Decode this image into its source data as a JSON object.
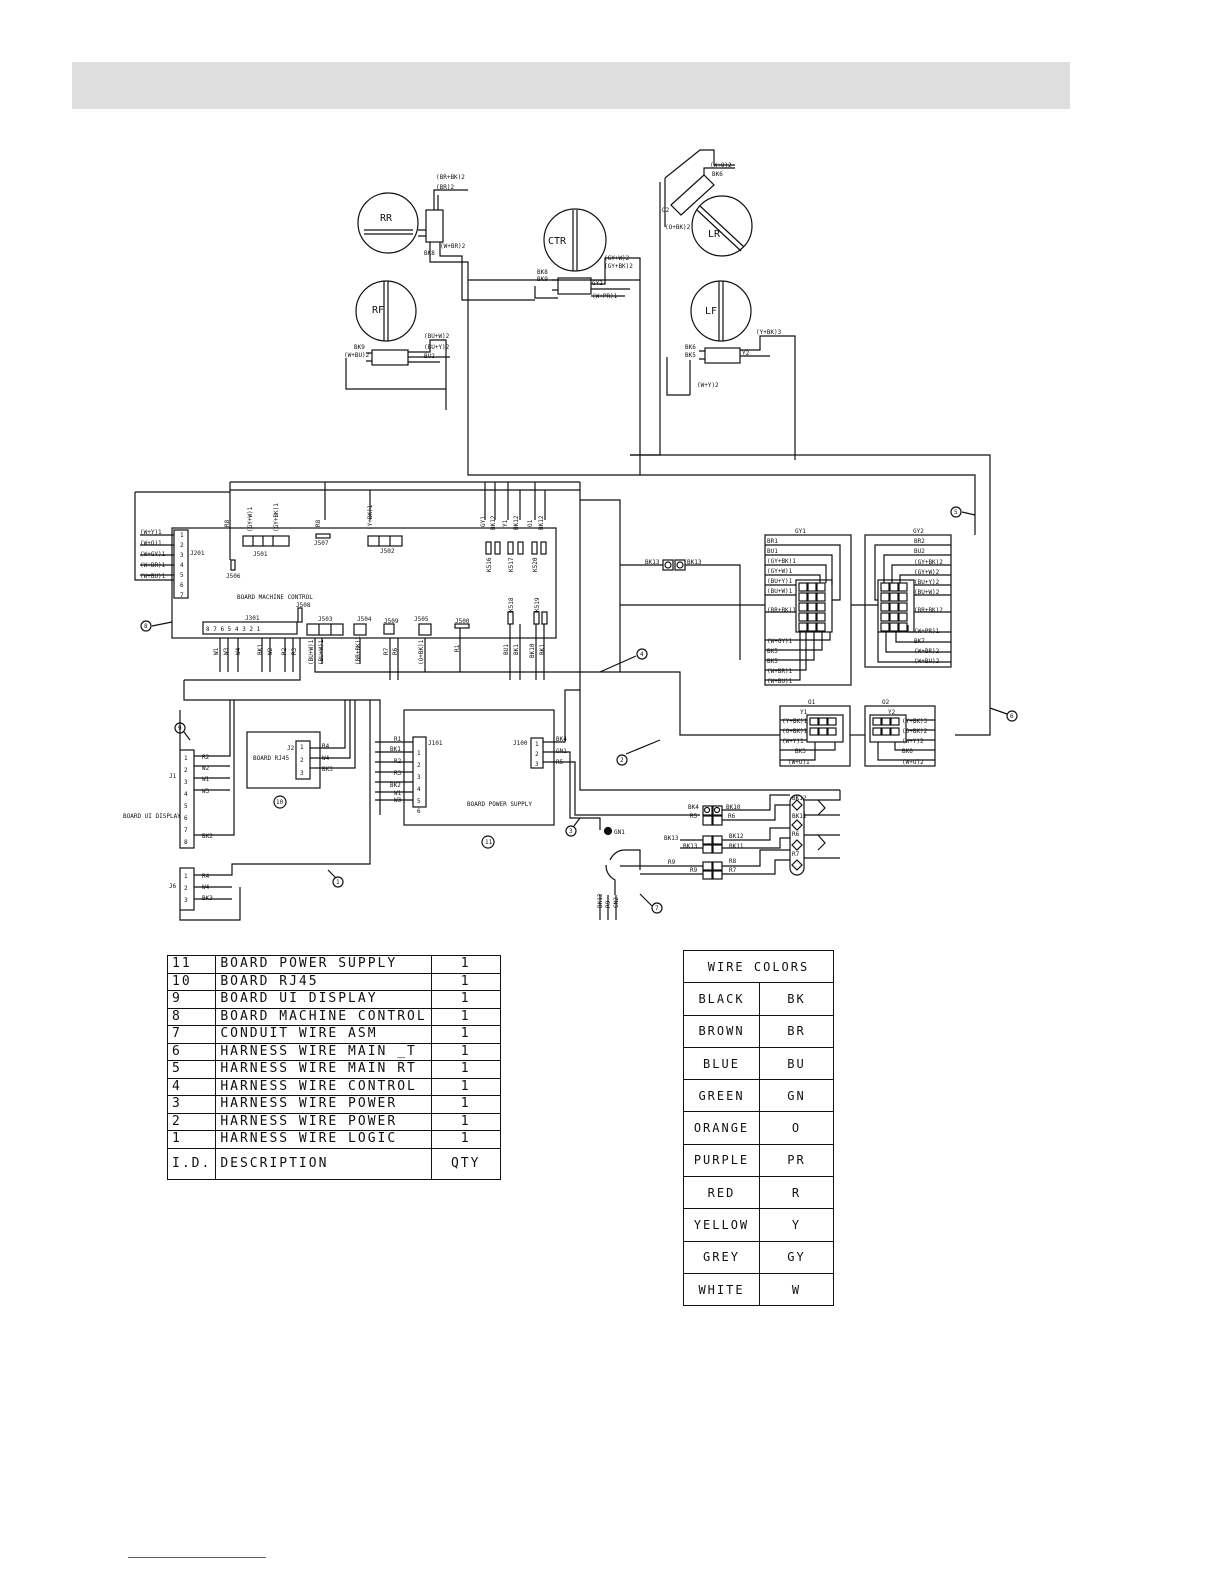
{
  "components": {
    "rr": "RR",
    "ctr": "CTR",
    "lr": "LR",
    "rf": "RF",
    "lf": "LF",
    "board_machine_control": "BOARD MACHINE CONTROL",
    "board_rj45": "BOARD RJ45",
    "board_power_supply": "BOARD POWER SUPPLY",
    "board_ui_display": "BOARD UI DISPLAY",
    "gy1": "GY1",
    "gy2": "GY2",
    "o1": "O1",
    "o2": "O2",
    "gn1": "GN1"
  },
  "connectors": {
    "j201": "J201",
    "j501": "J501",
    "j507": "J507",
    "j502": "J502",
    "j506": "J506",
    "j301": "J301",
    "j508": "J508",
    "j503": "J503",
    "j504": "J504",
    "j509": "J509",
    "j505": "J505",
    "j500": "J500",
    "j101": "J101",
    "j100": "J100",
    "j2": "J2",
    "j1": "J1",
    "j6": "J6",
    "k516": "K516",
    "k517": "K517",
    "k520": "K520",
    "k518": "K518",
    "k519": "K519",
    "j301_pins": "8 7 6 5 4 3 2 1"
  },
  "wire_labels": {
    "rr": [
      "(BR+BK)2",
      "(BR)2",
      "(W+BR)2",
      "BK8"
    ],
    "ctr": [
      "(GY+W)2",
      "(GY+BK)2",
      "GY2",
      "(W+PR)1",
      "BK8",
      "BK9"
    ],
    "lr": [
      "(W+O)2",
      "BK6",
      "O2",
      "(O+BK)2"
    ],
    "rf": [
      "(BU+W)2",
      "(BU+Y)2",
      "BU2",
      "BK9",
      "(W+BU)2"
    ],
    "lf": [
      "(Y+BK)3",
      "Y2",
      "BK6",
      "BK5",
      "(W+Y)2"
    ],
    "j201": [
      "(W+Y)1",
      "(W+O)1",
      "(W+GY)1",
      "(W+BR)1",
      "(W+BU)1"
    ],
    "j501": [
      "(GY+W)1",
      "(GY+BK)1"
    ],
    "j502": "(Y+BK)1",
    "top_misc": [
      "R8",
      "R8",
      "GY1",
      "BK12",
      "Y1",
      "BK12",
      "O1",
      "BK12"
    ],
    "j301": [
      "W1",
      "W3",
      "W4",
      "BK1",
      "W2",
      "R2",
      "R3"
    ],
    "j503": [
      "(BU+W)1",
      "(BU+W)1"
    ],
    "j504": "(BR+BK)1",
    "j509": [
      "R7",
      "R6"
    ],
    "j505": "(O+BK)1",
    "j500": "R1",
    "k518_k519": [
      "BU1",
      "BK1",
      "BK10",
      "BK1"
    ],
    "gy1": [
      "BR1",
      "BU1",
      "(GY+BK)1",
      "(GY+W)1",
      "(BU+Y)1",
      "(BU+W)1",
      "(BR+BK)1",
      "(W+GY)1",
      "BK5",
      "BK5",
      "(W+BR)1",
      "(W+BU)1"
    ],
    "gy2": [
      "BR2",
      "BU2",
      "(GY+BK)2",
      "(GY+W)2",
      "(BU+Y)2",
      "(BU+W)2",
      "(BR+BK)2",
      "(W+PR)1",
      "BK7",
      "(W+BR)2",
      "(W+BU)2"
    ],
    "o1": [
      "Y1",
      "(Y+BK)1",
      "(O+BK)1",
      "(W+Y)1",
      "BK3",
      "(W+O)1"
    ],
    "o2": [
      "Y2",
      "(Y+BK)3",
      "(O+BK)2",
      "(W+Y)2",
      "BK6",
      "(W+O)2"
    ],
    "bk13_bk13": [
      "BK13",
      "BK13"
    ],
    "j2": [
      "R4",
      "W4",
      "BK3"
    ],
    "j101": [
      "R1",
      "BK1",
      "R2",
      "R3",
      "BK2",
      "W1",
      "W3"
    ],
    "j100": [
      "BK4",
      "GN1",
      "R5"
    ],
    "j1": [
      "R2",
      "W2",
      "W1",
      "W3",
      "BK2"
    ],
    "j6": [
      "R4",
      "W4",
      "BK3"
    ],
    "terminal": [
      "BK4",
      "R5",
      "BK10",
      "R6",
      "BK13",
      "BK13",
      "BK12",
      "BK11",
      "R9",
      "R9",
      "R8",
      "R7",
      "BK12",
      "BK11",
      "R6",
      "R7"
    ],
    "conduit": [
      "BK13",
      "R9",
      "GN2"
    ]
  },
  "pins": {
    "j201": [
      "1",
      "2",
      "3",
      "4",
      "5",
      "6",
      "7"
    ],
    "j1": [
      "1",
      "2",
      "3",
      "4",
      "5",
      "6",
      "7",
      "8"
    ],
    "j2": [
      "1",
      "2",
      "3"
    ],
    "j6": [
      "1",
      "2",
      "3"
    ],
    "j101": [
      "1",
      "2",
      "3",
      "4",
      "5",
      "6"
    ],
    "j100": [
      "1",
      "2",
      "3"
    ]
  },
  "callouts": [
    "1",
    "2",
    "3",
    "4",
    "5",
    "6",
    "7",
    "8",
    "9",
    "10",
    "11"
  ],
  "parts_list": {
    "rows": [
      {
        "id": "11",
        "description": "BOARD POWER SUPPLY",
        "qty": "1"
      },
      {
        "id": "10",
        "description": "BOARD RJ45",
        "qty": "1"
      },
      {
        "id": "9",
        "description": "BOARD UI DISPLAY",
        "qty": "1"
      },
      {
        "id": "8",
        "description": "BOARD MACHINE CONTROL",
        "qty": "1"
      },
      {
        "id": "7",
        "description": "CONDUIT WIRE ASM",
        "qty": "1"
      },
      {
        "id": "6",
        "description": "HARNESS WIRE MAIN _T",
        "qty": "1"
      },
      {
        "id": "5",
        "description": "HARNESS WIRE MAIN RT",
        "qty": "1"
      },
      {
        "id": "4",
        "description": "HARNESS WIRE CONTROL",
        "qty": "1"
      },
      {
        "id": "3",
        "description": "HARNESS WIRE POWER",
        "qty": "1"
      },
      {
        "id": "2",
        "description": "HARNESS WIRE POWER",
        "qty": "1"
      },
      {
        "id": "1",
        "description": "HARNESS WIRE LOGIC",
        "qty": "1"
      }
    ],
    "header": {
      "id": "I.D.",
      "description": "DESCRIPTION",
      "qty": "QTY"
    }
  },
  "wire_colors": {
    "title": "WIRE COLORS",
    "rows": [
      {
        "name": "BLACK",
        "code": "BK"
      },
      {
        "name": "BROWN",
        "code": "BR"
      },
      {
        "name": "BLUE",
        "code": "BU"
      },
      {
        "name": "GREEN",
        "code": "GN"
      },
      {
        "name": "ORANGE",
        "code": "O"
      },
      {
        "name": "PURPLE",
        "code": "PR"
      },
      {
        "name": "RED",
        "code": "R"
      },
      {
        "name": "YELLOW",
        "code": "Y"
      },
      {
        "name": "GREY",
        "code": "GY"
      },
      {
        "name": "WHITE",
        "code": "W"
      }
    ]
  }
}
